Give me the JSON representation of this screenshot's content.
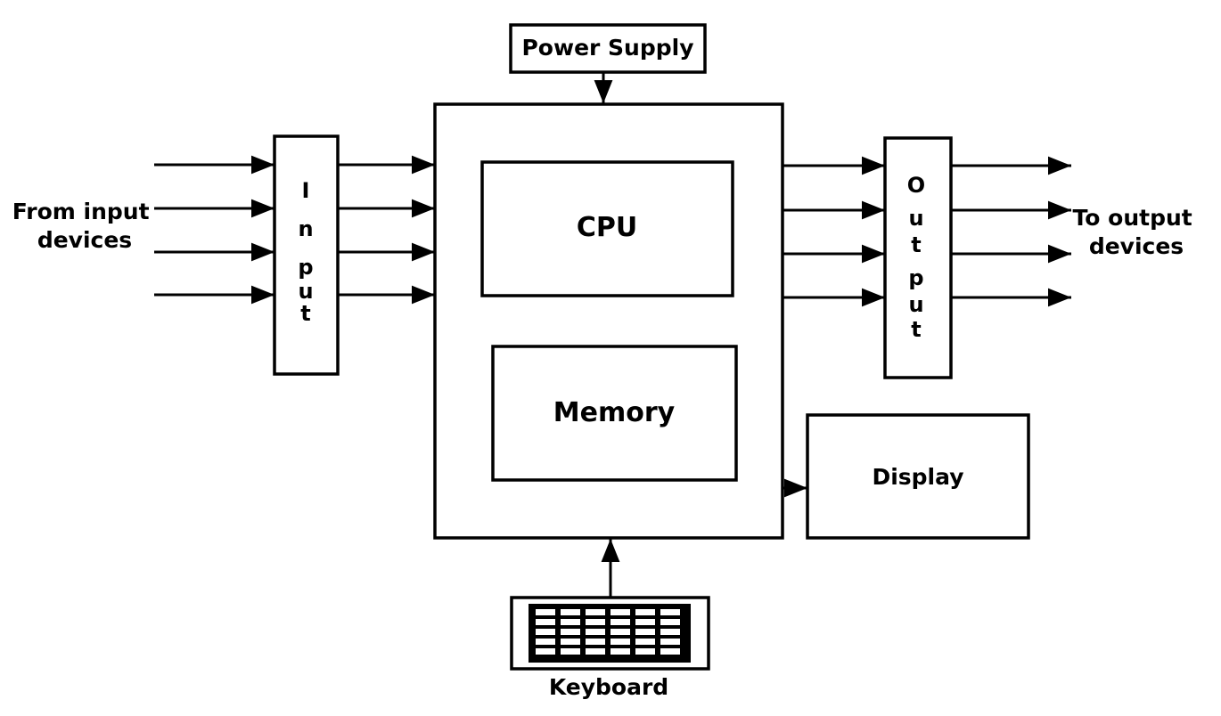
{
  "diagram": {
    "power_supply": "Power Supply",
    "cpu": "CPU",
    "memory": "Memory",
    "input": "Input",
    "output": "Output",
    "display": "Display",
    "keyboard": "Keyboard",
    "from_input_devices": [
      "From input",
      "devices"
    ],
    "to_output_devices": [
      "To output",
      "devices"
    ]
  }
}
